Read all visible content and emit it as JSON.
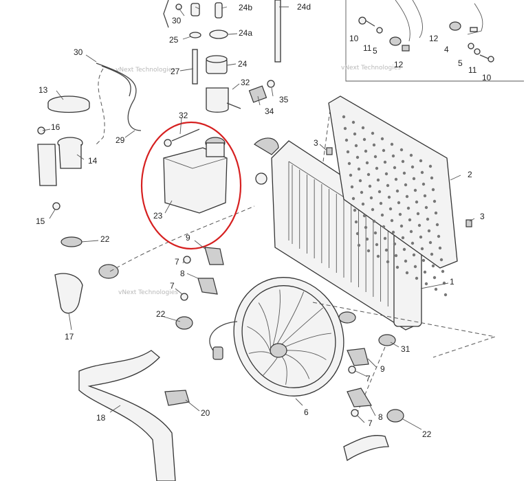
{
  "watermark": "vNext Technologies",
  "highlight": {
    "part": "23",
    "color": "#d62020"
  },
  "labels": [
    {
      "id": "l-30a",
      "text": "30"
    },
    {
      "id": "l-24b",
      "text": "24b"
    },
    {
      "id": "l-24d",
      "text": "24d"
    },
    {
      "id": "l-25",
      "text": "25"
    },
    {
      "id": "l-24a",
      "text": "24a"
    },
    {
      "id": "l-30b",
      "text": "30"
    },
    {
      "id": "l-27",
      "text": "27"
    },
    {
      "id": "l-24",
      "text": "24"
    },
    {
      "id": "l-32a",
      "text": "32"
    },
    {
      "id": "l-35",
      "text": "35"
    },
    {
      "id": "l-34",
      "text": "34"
    },
    {
      "id": "l-13",
      "text": "13"
    },
    {
      "id": "l-16",
      "text": "16"
    },
    {
      "id": "l-14",
      "text": "14"
    },
    {
      "id": "l-29",
      "text": "29"
    },
    {
      "id": "l-32b",
      "text": "32"
    },
    {
      "id": "l-3a",
      "text": "3"
    },
    {
      "id": "l-2",
      "text": "2"
    },
    {
      "id": "l-3b",
      "text": "3"
    },
    {
      "id": "l-23",
      "text": "23"
    },
    {
      "id": "l-15",
      "text": "15"
    },
    {
      "id": "l-22a",
      "text": "22"
    },
    {
      "id": "l-9a",
      "text": "9"
    },
    {
      "id": "l-7a",
      "text": "7"
    },
    {
      "id": "l-8a",
      "text": "8"
    },
    {
      "id": "l-7b",
      "text": "7"
    },
    {
      "id": "l-17",
      "text": "17"
    },
    {
      "id": "l-22b",
      "text": "22"
    },
    {
      "id": "l-1",
      "text": "1"
    },
    {
      "id": "l-31",
      "text": "31"
    },
    {
      "id": "l-9b",
      "text": "9"
    },
    {
      "id": "l-7c",
      "text": "7"
    },
    {
      "id": "l-6",
      "text": "6"
    },
    {
      "id": "l-8b",
      "text": "8"
    },
    {
      "id": "l-7d",
      "text": "7"
    },
    {
      "id": "l-22c",
      "text": "22"
    },
    {
      "id": "l-18",
      "text": "18"
    },
    {
      "id": "l-20",
      "text": "20"
    },
    {
      "id": "l-10a",
      "text": "10"
    },
    {
      "id": "l-11a",
      "text": "11"
    },
    {
      "id": "l-5a",
      "text": "5"
    },
    {
      "id": "l-12a",
      "text": "12"
    },
    {
      "id": "l-12b",
      "text": "12"
    },
    {
      "id": "l-4",
      "text": "4"
    },
    {
      "id": "l-5b",
      "text": "5"
    },
    {
      "id": "l-11b",
      "text": "11"
    },
    {
      "id": "l-10b",
      "text": "10"
    }
  ]
}
